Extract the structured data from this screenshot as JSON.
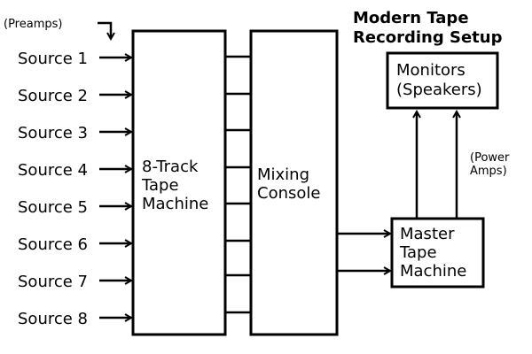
{
  "title": {
    "line1": "Modern Tape",
    "line2": "Recording Setup"
  },
  "preamps_note": "(Preamps)",
  "sources": [
    "Source 1",
    "Source 2",
    "Source 3",
    "Source 4",
    "Source 5",
    "Source 6",
    "Source 7",
    "Source 8"
  ],
  "tape_machine": {
    "line1": "8-Track",
    "line2": "Tape",
    "line3": "Machine"
  },
  "mixing_console": {
    "line1": "Mixing",
    "line2": "Console"
  },
  "master_tape": {
    "line1": "Master",
    "line2": "Tape",
    "line3": "Machine"
  },
  "monitors": {
    "line1": "Monitors",
    "line2": "(Speakers)"
  },
  "power_amps": {
    "line1": "(Power",
    "line2": "Amps)"
  }
}
